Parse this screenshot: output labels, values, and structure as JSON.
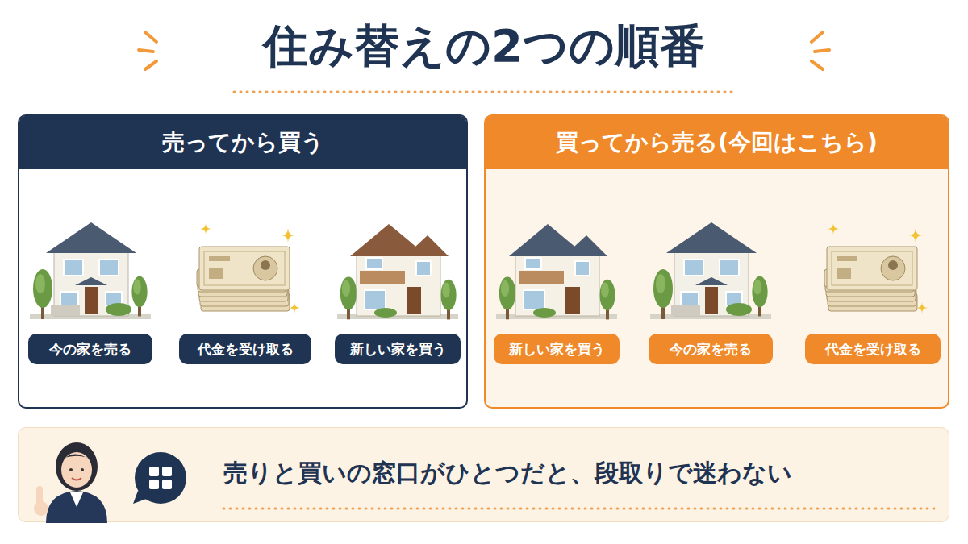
{
  "diagram": {
    "title": "住み替えの2つの順番",
    "nodes": [
      {
        "text": [
          "売ってから買う"
        ]
      },
      {
        "text": [
          "今の家を売る"
        ],
        "in": 0
      },
      {
        "text": [
          "代金を受け取る"
        ],
        "in": 0
      },
      {
        "text": [
          "新しい家を買う"
        ],
        "in": 0
      },
      {
        "text": [
          "買ってから売る(今回はこちら)"
        ]
      },
      {
        "text": [
          "新しい家を買う"
        ],
        "in": 4
      },
      {
        "text": [
          "今の家を売る"
        ],
        "in": 4
      },
      {
        "text": [
          "代金を受け取る"
        ],
        "in": 4
      },
      {
        "text": [
          "売りと買いの窓口がひとつだと、段取りで迷わない"
        ]
      }
    ],
    "edges": [
      {
        "from": 1,
        "to": 2,
        "arrow": "to"
      },
      {
        "from": 2,
        "to": 3,
        "arrow": "to"
      },
      {
        "from": 5,
        "to": 6,
        "arrow": "to"
      },
      {
        "from": 6,
        "to": 7,
        "arrow": "to"
      }
    ]
  }
}
